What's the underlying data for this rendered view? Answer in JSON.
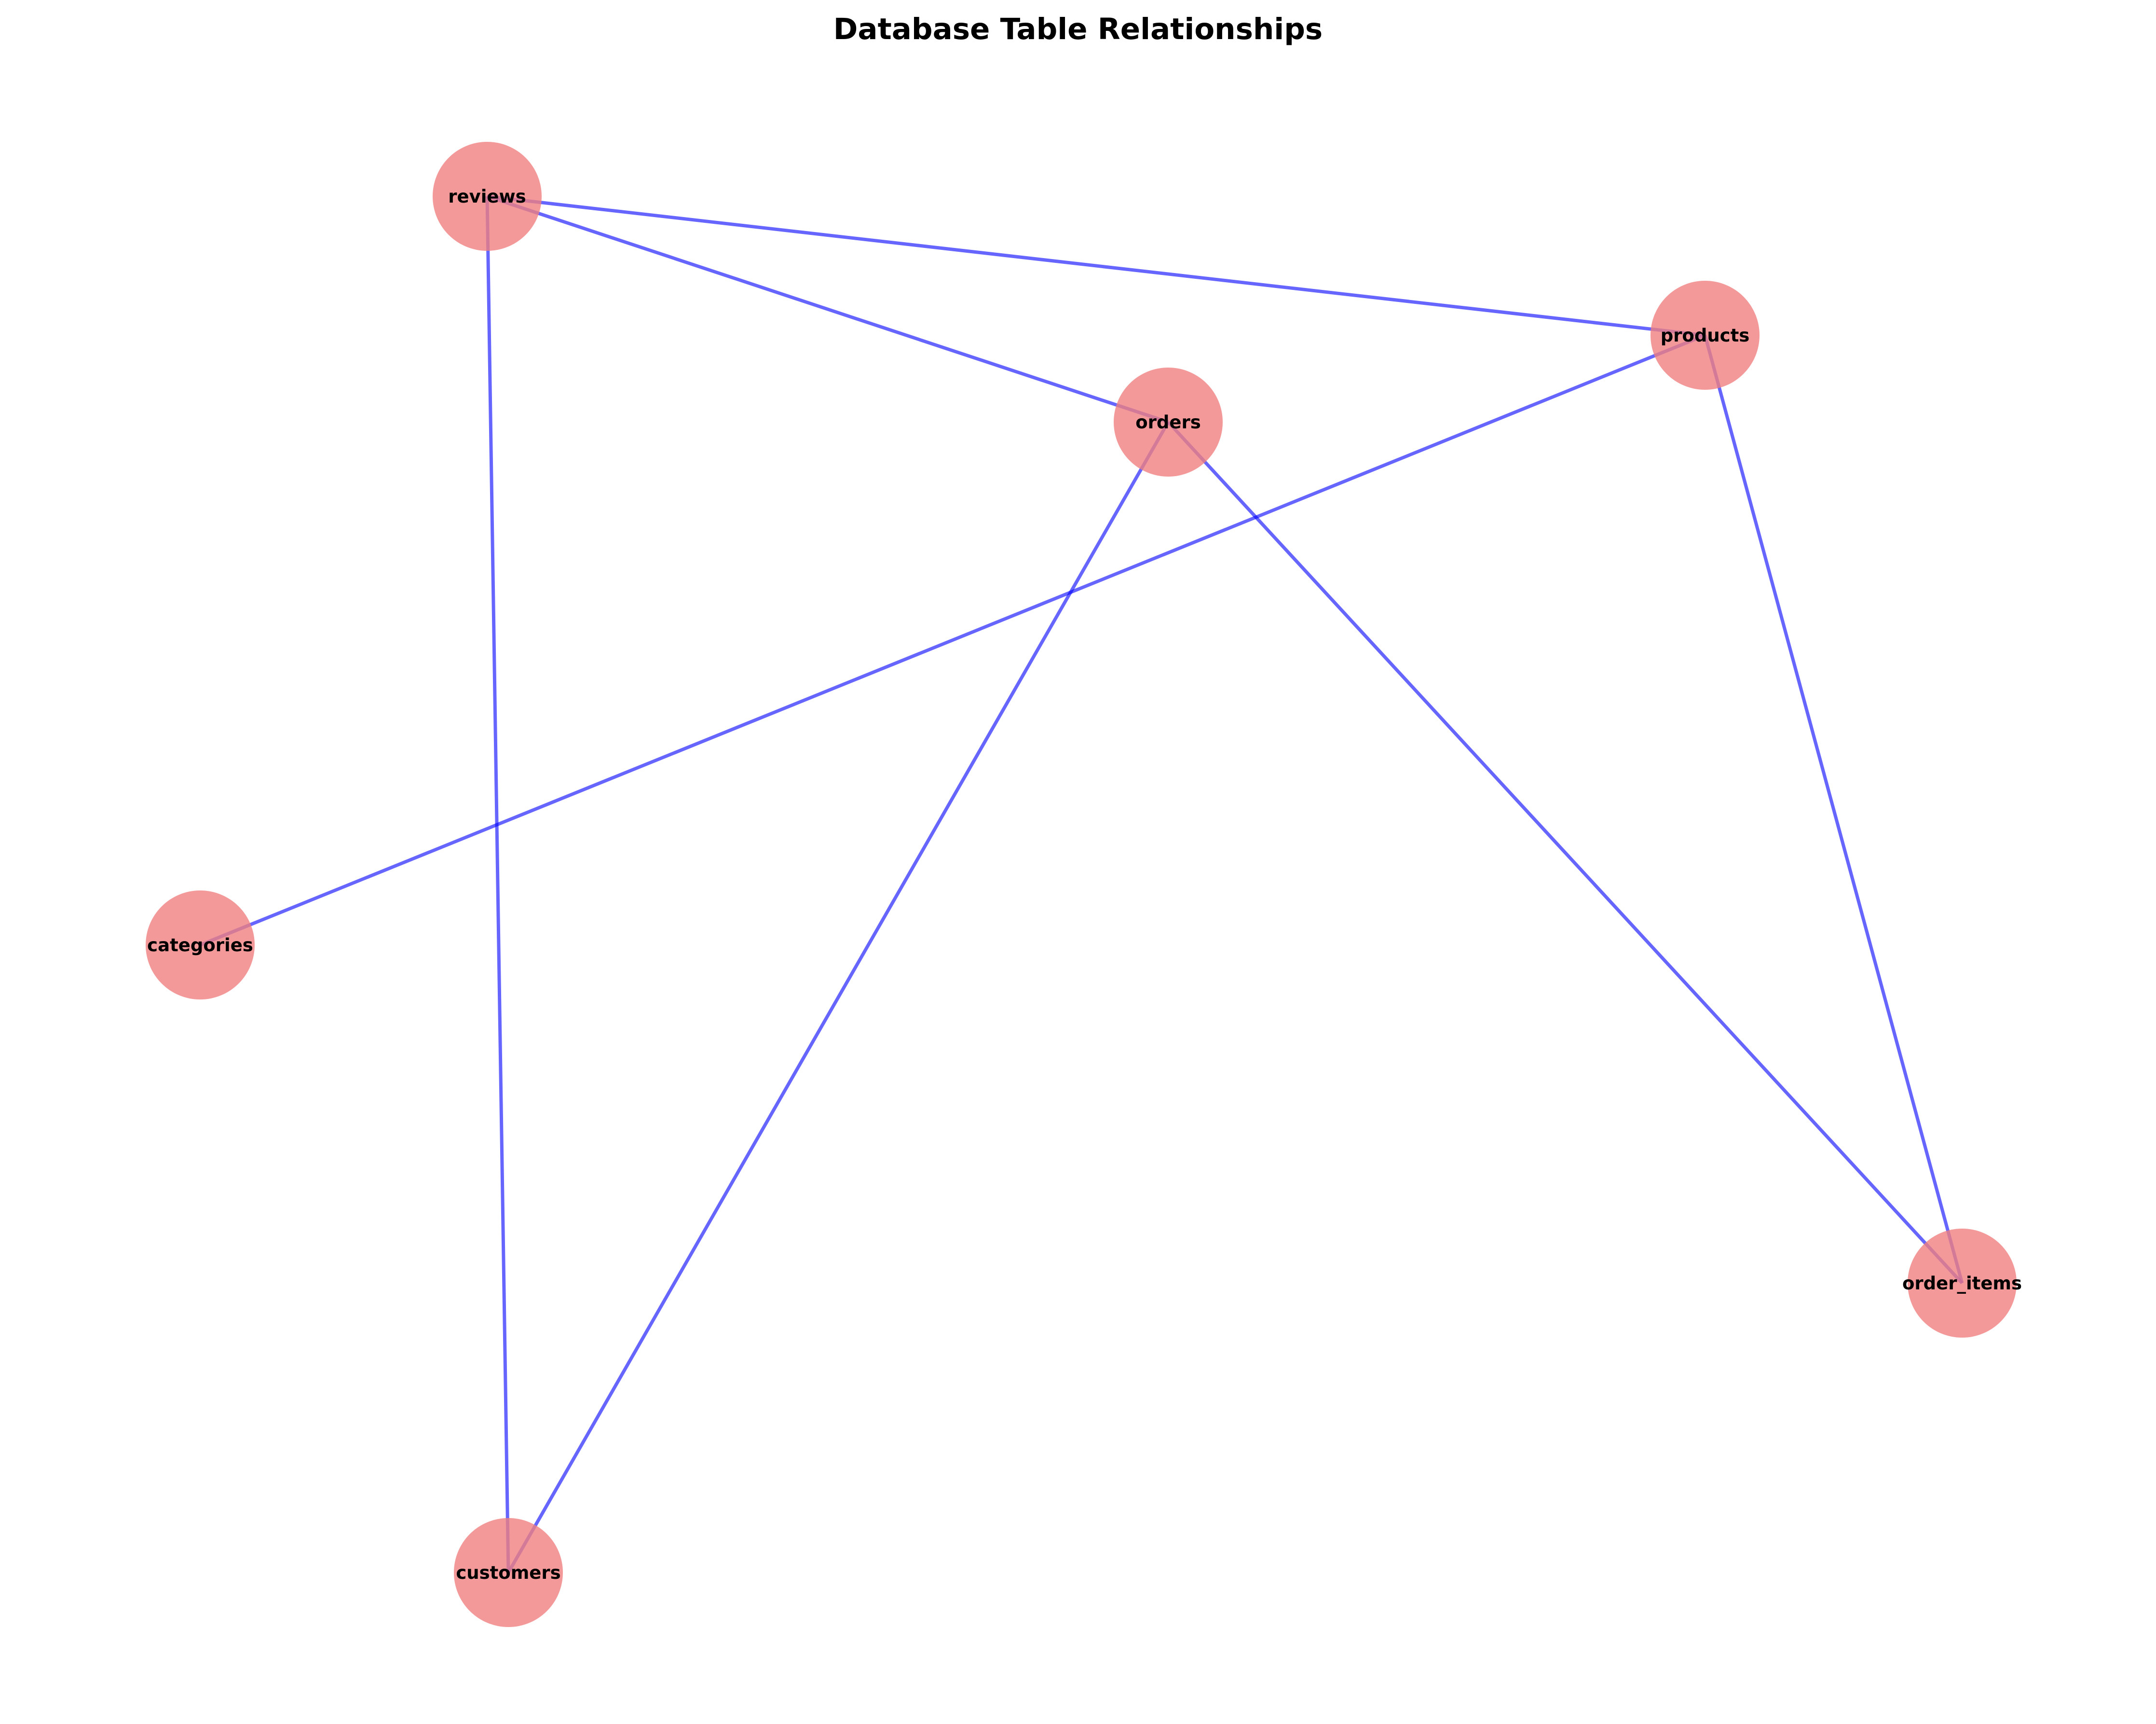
{
  "title": "Database Table Relationships",
  "colors": {
    "node_fill": "#f08080",
    "node_opacity": 0.8,
    "edge": "#0000ff",
    "edge_opacity": 0.6
  },
  "nodes": [
    {
      "id": "reviews",
      "label": "reviews"
    },
    {
      "id": "products",
      "label": "products"
    },
    {
      "id": "orders",
      "label": "orders"
    },
    {
      "id": "categories",
      "label": "categories"
    },
    {
      "id": "order_items",
      "label": "order_items"
    },
    {
      "id": "customers",
      "label": "customers"
    }
  ],
  "edges": [
    {
      "source": "reviews",
      "target": "products"
    },
    {
      "source": "reviews",
      "target": "orders"
    },
    {
      "source": "reviews",
      "target": "customers"
    },
    {
      "source": "products",
      "target": "categories"
    },
    {
      "source": "products",
      "target": "order_items"
    },
    {
      "source": "orders",
      "target": "customers"
    },
    {
      "source": "orders",
      "target": "order_items"
    }
  ]
}
